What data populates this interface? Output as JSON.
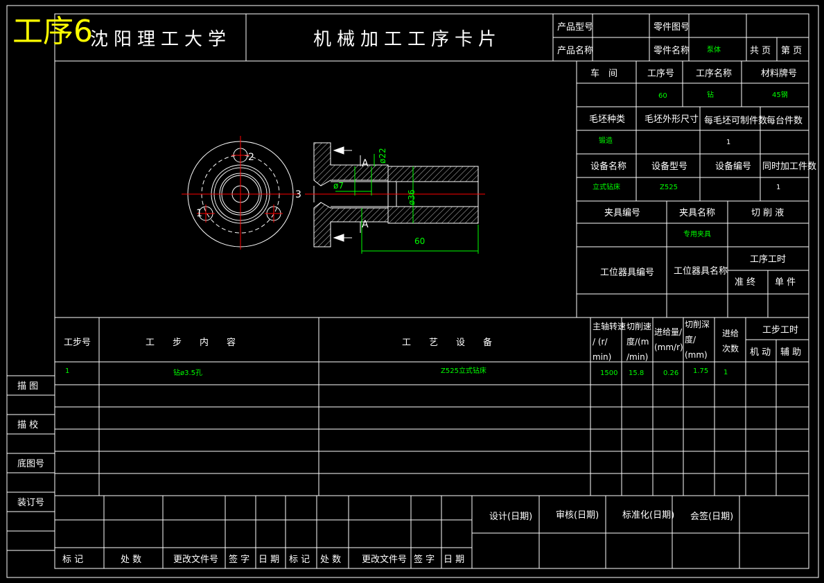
{
  "overlay_title": "工序6",
  "header": {
    "university": "沈阳理工大学",
    "card_title": "机械加工工序卡片",
    "product_model_label": "产品型号",
    "part_drawing_no_label": "零件图号",
    "product_name_label": "产品名称",
    "part_name_label": "零件名称",
    "part_name_value": "泵体",
    "total_pages_label": "共 页",
    "page_label": "第 页"
  },
  "info": {
    "workshop_label": "车　间",
    "op_no_label": "工序号",
    "op_name_label": "工序名称",
    "material_label": "材料牌号",
    "op_no_value": "60",
    "op_name_value": "钻",
    "material_value": "45钢",
    "blank_type_label": "毛坯种类",
    "blank_size_label": "毛坯外形尺寸",
    "per_blank_label": "每毛坯可制件数",
    "per_unit_label": "每台件数",
    "blank_type_value": "锻造",
    "per_blank_value": "1",
    "equip_name_label": "设备名称",
    "equip_model_label": "设备型号",
    "equip_no_label": "设备编号",
    "simul_label": "同时加工件数",
    "equip_name_value": "立式钻床",
    "equip_model_value": "Z525",
    "simul_value": "1",
    "fixture_no_label": "夹具编号",
    "fixture_name_label": "夹具名称",
    "coolant_label": "切 削 液",
    "fixture_name_value": "专用夹具",
    "station_tool_no_label": "工位器具编号",
    "station_tool_name_label": "工位器具名称",
    "op_time_label": "工序工时",
    "prep_final_label": "准 终",
    "unit_time_label": "单 件"
  },
  "drawing": {
    "dim_22": "ø22",
    "dim_7": "ø7",
    "dim_36": "ø36",
    "dim_60": "60",
    "section_A": "A",
    "mark_1": "1",
    "mark_2": "2",
    "mark_3": "3"
  },
  "steps": {
    "step_no_label": "工步号",
    "step_content_label": "工　　步　　内　　容",
    "equipment_label": "工　　艺　　设　　备",
    "spindle_label": [
      "主轴转速",
      "/ (r/",
      "min)"
    ],
    "cut_speed_label": [
      "切削速",
      "度/(m",
      "/min)"
    ],
    "feed_label": [
      "进给量/",
      "(mm/r)"
    ],
    "depth_label": [
      "切削深",
      "度/",
      "(mm)"
    ],
    "passes_label": [
      "进给",
      "次数"
    ],
    "step_time_label": "工步工时",
    "machine_label": "机 动",
    "aux_label": "辅 助",
    "rows": [
      {
        "no": "1",
        "content": "钻ø3.5孔",
        "equipment": "Z525立式钻床",
        "spindle": "1500",
        "speed": "15.8",
        "feed": "0.26",
        "depth": "1.75",
        "passes": "1"
      }
    ]
  },
  "side": {
    "trace": "描 图",
    "proof": "描 校",
    "base_no": "底图号",
    "binding_no": "装订号"
  },
  "footer": {
    "mark": "标 记",
    "count": "处 数",
    "change_doc": "更改文件号",
    "sign": "签 字",
    "date": "日 期",
    "design": "设计(日期)",
    "review": "审核(日期)",
    "standard": "标准化(日期)",
    "countersign": "会签(日期)"
  },
  "colors": {
    "line": "#ffffff",
    "value": "#00ff00",
    "overlay": "#ffff00",
    "center": "#ff0000",
    "dim": "#00ff00"
  }
}
